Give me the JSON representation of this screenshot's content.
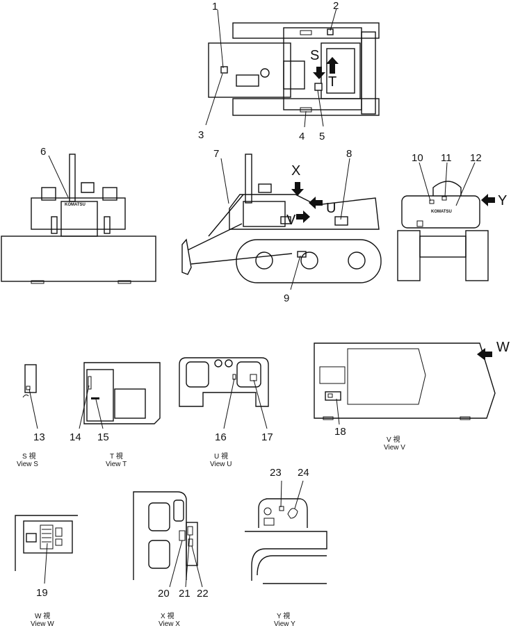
{
  "callouts": [
    "1",
    "2",
    "3",
    "4",
    "5",
    "6",
    "7",
    "8",
    "9",
    "10",
    "11",
    "12",
    "13",
    "14",
    "15",
    "16",
    "17",
    "18",
    "19",
    "20",
    "21",
    "22",
    "23",
    "24"
  ],
  "view_letters": {
    "S": "S",
    "T": "T",
    "U": "U",
    "V": "V",
    "W": "W",
    "X": "X",
    "Y": "Y"
  },
  "brand": "KOMATSU",
  "views": {
    "s": {
      "kanji": "S 視",
      "label": "View S"
    },
    "t": {
      "kanji": "T 視",
      "label": "View T"
    },
    "u": {
      "kanji": "U 視",
      "label": "View U"
    },
    "v": {
      "kanji": "V 視",
      "label": "View V"
    },
    "w": {
      "kanji": "W 視",
      "label": "View W"
    },
    "x": {
      "kanji": "X 視",
      "label": "View X"
    },
    "y": {
      "kanji": "Y 視",
      "label": "View Y"
    }
  }
}
